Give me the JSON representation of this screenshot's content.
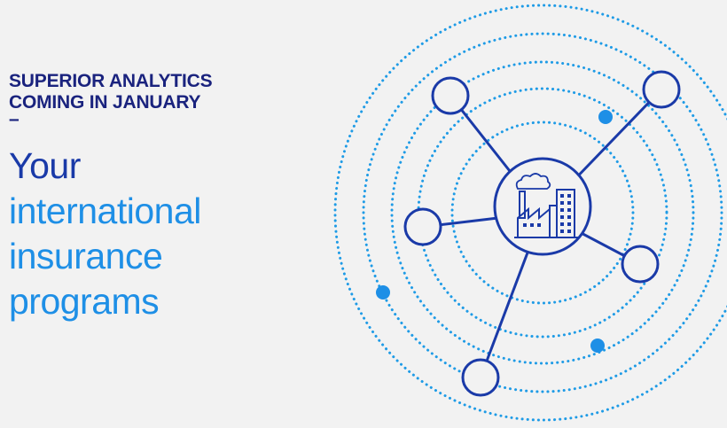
{
  "headline": {
    "line1": "SUPERIOR ANALYTICS",
    "line2": "COMING IN JANUARY",
    "dash": "–"
  },
  "tagline": {
    "line1": "Your",
    "line2": "international",
    "line3": "insurance",
    "line4": "programs"
  },
  "colors": {
    "background": "#f2f2f2",
    "navy": "#1a237e",
    "accent_blue": "#1e8fe6",
    "dotted_ring": "#1e9be6"
  },
  "icons": {
    "center": "factory-icon"
  }
}
